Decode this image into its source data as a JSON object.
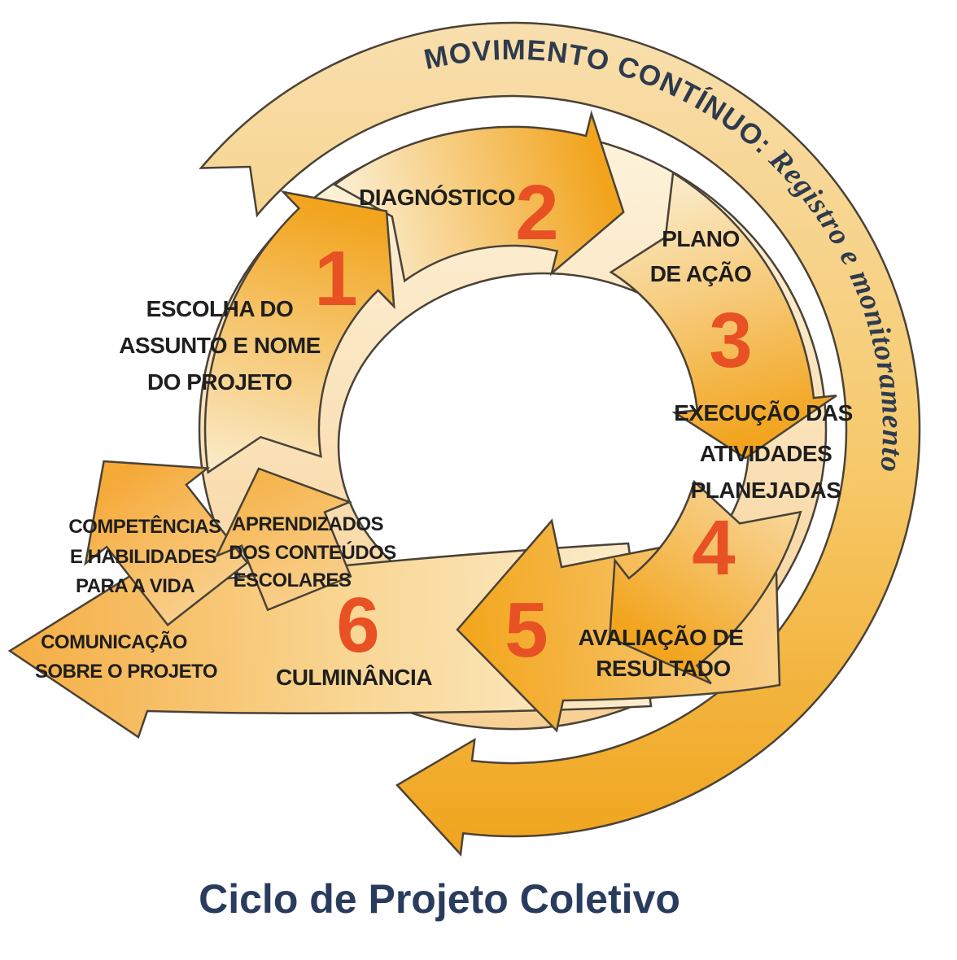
{
  "figure": {
    "title": "Ciclo de Projeto Coletivo",
    "outer_arc": {
      "label_upper": "MOVIMENTO CONTÍNUO:",
      "label_lower": " Registro e monitoramento"
    },
    "steps": [
      {
        "number": "1",
        "lines": [
          "ESCOLHA DO",
          "ASSUNTO E NOME",
          "DO PROJETO"
        ]
      },
      {
        "number": "2",
        "lines": [
          "DIAGNÓSTICO"
        ]
      },
      {
        "number": "3",
        "lines": [
          "PLANO",
          "DE AÇÃO"
        ]
      },
      {
        "number": "4",
        "lines": [
          "EXECUÇÃO DAS",
          "ATIVIDADES",
          "PLANEJADAS"
        ]
      },
      {
        "number": "5",
        "lines": [
          "AVALIAÇÃO DE",
          "RESULTADO"
        ]
      },
      {
        "number": "6",
        "lines": [
          "CULMINÂNCIA"
        ]
      }
    ],
    "outcome_arrows": [
      {
        "lines": [
          "COMPETÊNCIAS",
          "E HABILIDADES",
          "PARA A VIDA"
        ]
      },
      {
        "lines": [
          "APRENDIZADOS",
          "DOS CONTEÚDOS",
          "ESCOLARES"
        ]
      },
      {
        "lines": [
          "COMUNICAÇÃO",
          "SOBRE O PROJETO"
        ]
      }
    ],
    "colors": {
      "arrow_saturated": "#f2a41d",
      "arrow_light": "#faeac6",
      "ring_top": "#fdf3dc",
      "ring_bottom": "#f7d095",
      "outline": "#4a4237",
      "number": "#e85123",
      "label": "#1f1f1f",
      "arc_text": "#2e3b4e",
      "title": "#2a3c5e"
    }
  }
}
